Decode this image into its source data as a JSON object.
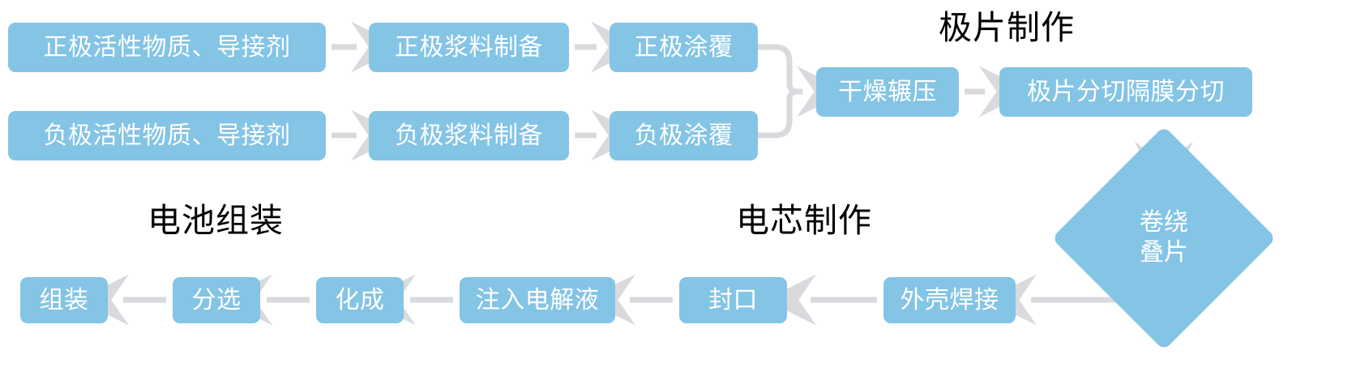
{
  "diagram": {
    "title_color": "#000000",
    "node_fill": "#84C4E5",
    "node_text_color": "#FFFFFF",
    "connector_color": "#D8DADE",
    "background": "#FFFFFF"
  },
  "sections": [
    {
      "id": "electrode-sheet",
      "label": "极片制作"
    },
    {
      "id": "battery-assembly",
      "label": "电池组装"
    },
    {
      "id": "cell-fabrication",
      "label": "电芯制作"
    }
  ],
  "nodes": {
    "cathode_material": "正极活性物质、导接剂",
    "cathode_slurry": "正极浆料制备",
    "cathode_coating": "正极涂覆",
    "anode_material": "负极活性物质、导接剂",
    "anode_slurry": "负极浆料制备",
    "anode_coating": "负极涂覆",
    "drying_rolling": "干燥辗压",
    "slitting": "极片分切隔膜分切",
    "winding_line1": "卷绕",
    "winding_line2": "叠片",
    "shell_welding": "外壳焊接",
    "sealing": "封口",
    "electrolyte_injection": "注入电解液",
    "formation": "化成",
    "sorting": "分选",
    "assembly": "组装"
  },
  "connectors": [
    {
      "id": "cathode-material-to-slurry",
      "type": "arrow-right"
    },
    {
      "id": "cathode-slurry-to-coating",
      "type": "arrow-right"
    },
    {
      "id": "anode-material-to-slurry",
      "type": "arrow-right"
    },
    {
      "id": "anode-slurry-to-coating",
      "type": "arrow-right"
    },
    {
      "id": "coating-merge-bracket",
      "type": "brace-merge"
    },
    {
      "id": "merge-to-drying",
      "type": "arrow-right"
    },
    {
      "id": "drying-to-slitting",
      "type": "arrow-right"
    },
    {
      "id": "slitting-to-winding",
      "type": "arrow-down"
    },
    {
      "id": "winding-to-shell-welding",
      "type": "arrow-left"
    },
    {
      "id": "shell-welding-to-sealing",
      "type": "arrow-left"
    },
    {
      "id": "sealing-to-electrolyte",
      "type": "arrow-left"
    },
    {
      "id": "electrolyte-to-formation",
      "type": "arrow-left"
    },
    {
      "id": "formation-to-sorting",
      "type": "arrow-left"
    },
    {
      "id": "sorting-to-assembly",
      "type": "arrow-left"
    }
  ]
}
